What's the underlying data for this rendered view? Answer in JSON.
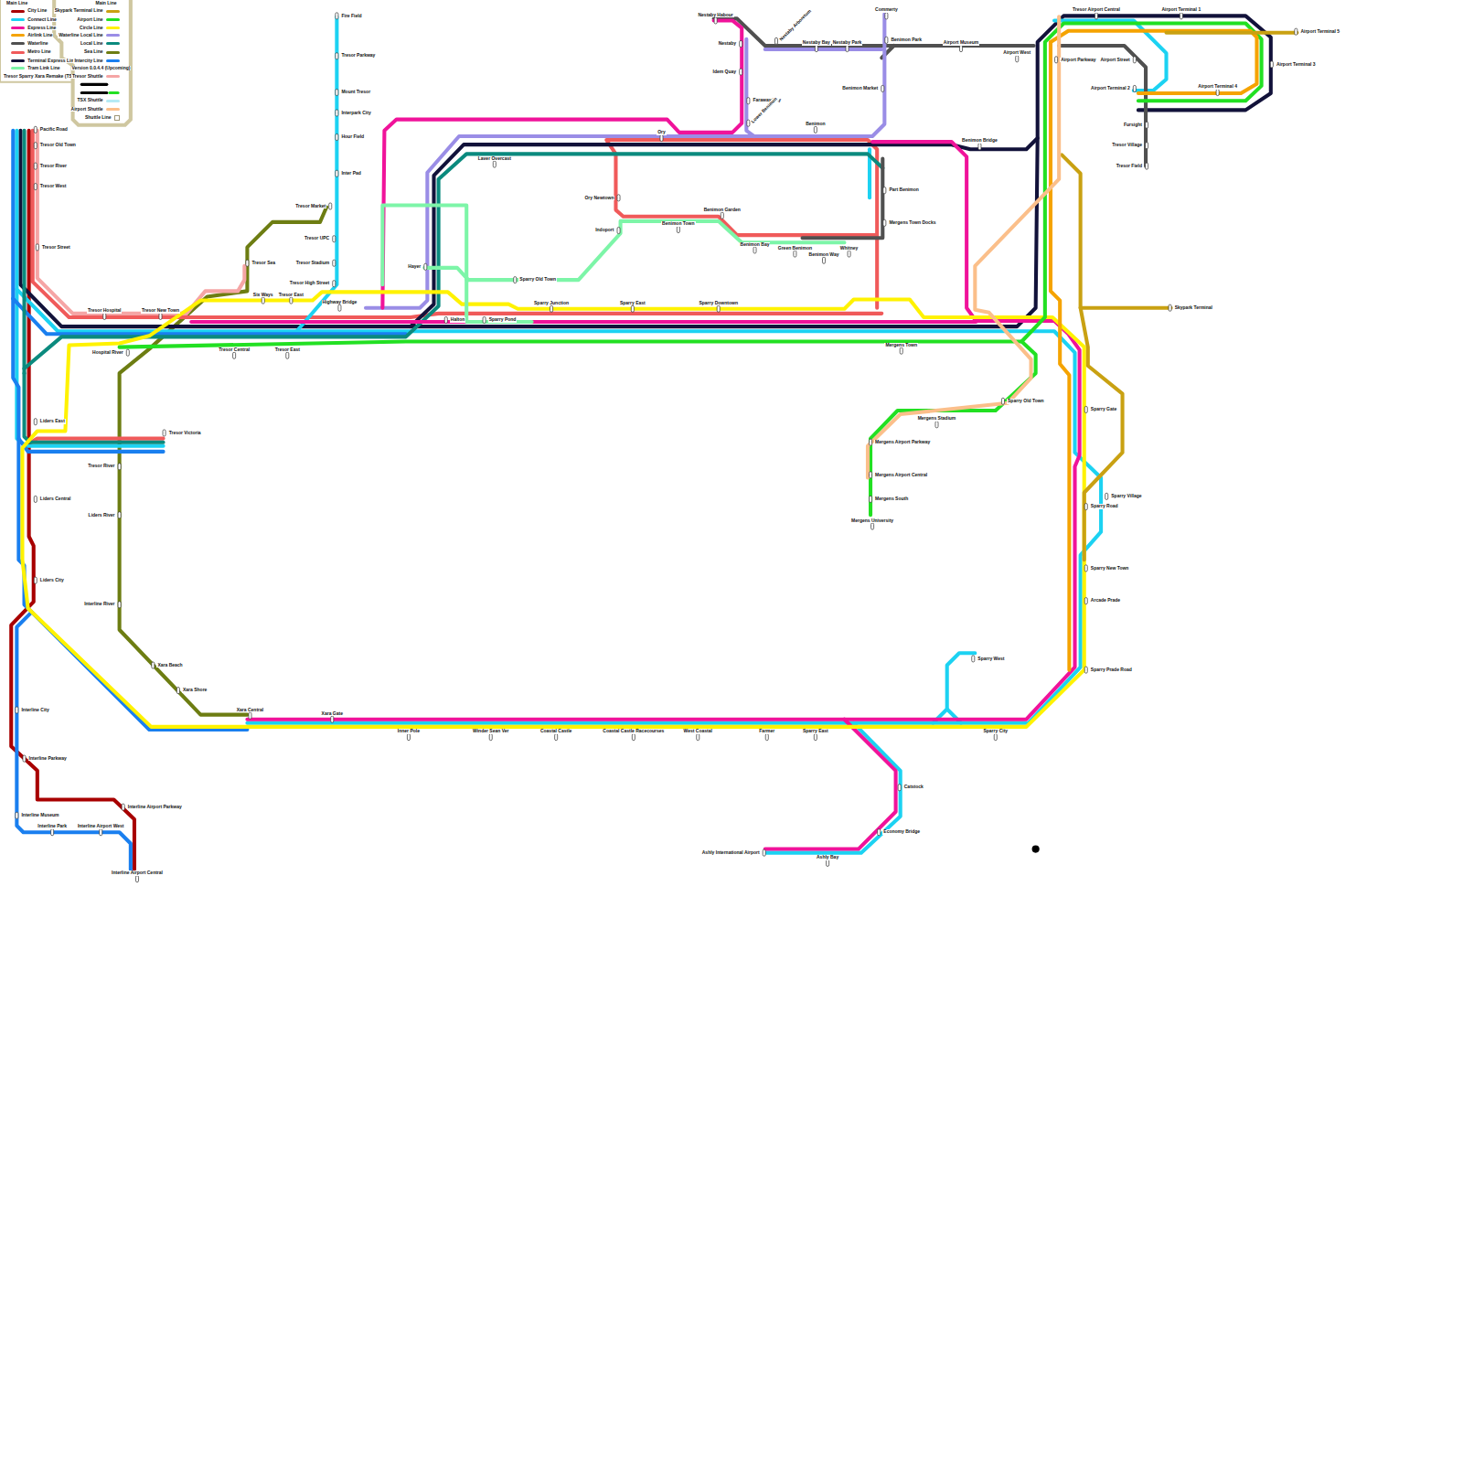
{
  "diagram": {
    "labels": [
      "Main Line",
      "Main Line",
      "Version 0.0.4.4 (Upcoming)",
      "Tresor Sparry Xara Remake (TSXR)",
      "Pacific Road",
      "Tresor Old Town",
      "Tresor River",
      "Tresor West",
      "Tresor Street",
      "Tresor Hospital",
      "Tresor New Town",
      "Hospital River",
      "Tresor Central",
      "Six Ways",
      "Tresor East",
      "Tresor East",
      "Highway Bridge",
      "Tresor Sea",
      "Fire Field",
      "Tresor Parkway",
      "Mount Tresor",
      "Interpark City",
      "Hour Field",
      "Inter Pad",
      "Tresor Market",
      "Tresor UPC",
      "Tresor Stadium",
      "Tresor High Street",
      "Hayer",
      "Halton",
      "Sparry Pond",
      "Sparry Old Town",
      "Sparry Junction",
      "Sparry East",
      "Sparry Downtown",
      "Laver Overcast",
      "Ory",
      "Ory Newtown",
      "Indoport",
      "Benimon Garden",
      "Benimon Town",
      "Benimon Bay",
      "Green Benimon",
      "Benimon Way",
      "Whitney",
      "Benimon",
      "Part Benimon",
      "Mergens Town Docks",
      "Mergens Town",
      "Benimon Bridge",
      "Nestaby Habour",
      "Nestaby",
      "Idem Quay",
      "Faraway Bay",
      "Lower Benimon",
      "Nestaby Arboretum",
      "Nestaby Bay",
      "Nestaby Park",
      "Commerty",
      "Benimon Park",
      "Benimon Market",
      "Airport Museum",
      "Airport West",
      "Tresor Airport Central",
      "Airport Terminal 1",
      "Airport Terminal 5",
      "Airport Terminal 3",
      "Airport Parkway",
      "Airport Street",
      "Airport Terminal 2",
      "Airport Terminal 4",
      "Fursight",
      "Tresor Village",
      "Tresor Field",
      "Skypark Terminal",
      "Sparry Old Town",
      "Mergens Stadium",
      "Mergens Airport Parkway",
      "Mergens Airport Central",
      "Mergens South",
      "Mergens University",
      "Sparry Gate",
      "Sparry Road",
      "Sparry Village",
      "Sparry New Town",
      "Arcade Prade",
      "Sparry Prade Road",
      "Sparry West",
      "Sparry City",
      "Sparry East",
      "Farmer",
      "West Coastal",
      "Coastal Castle Racecourses",
      "Coastal Castle",
      "Winder Sean Ver",
      "Inner Pole",
      "Xara Gate",
      "Xara Central",
      "Xara Beach",
      "Xara Shore",
      "Catstock",
      "Economy Bridge",
      "Ashly International Airport",
      "Ashly Bay",
      "Tresor Victoria",
      "Tresor River",
      "Liders River",
      "Interline River",
      "Liders East",
      "Liders Central",
      "Liders City",
      "Interline City",
      "Interline Parkway",
      "Interline Airport Parkway",
      "Interline Museum",
      "Interline Park",
      "Interline Airport West",
      "Interline Airport Central"
    ],
    "legend": [
      {
        "text": "City Line",
        "color": "#a80000"
      },
      {
        "text": "Connect Line",
        "color": "#1cd2f2"
      },
      {
        "text": "Express Line",
        "color": "#f0139a"
      },
      {
        "text": "Airlink Line",
        "color": "#f5a300"
      },
      {
        "text": "Waterline",
        "color": "#505050"
      },
      {
        "text": "Metro Line",
        "color": "#f05a5a"
      },
      {
        "text": "Terminal Express Line",
        "color": "#12123a"
      },
      {
        "text": "Tram Link Line",
        "color": "#7df5a8"
      },
      {
        "text": "Skypark Terminal Line",
        "color": "#c9a112"
      },
      {
        "text": "Airport Line",
        "color": "#22e022"
      },
      {
        "text": "Circle Line",
        "color": "#fff200"
      },
      {
        "text": "Waterline Local Line",
        "color": "#9a8de6"
      },
      {
        "text": "Local Line",
        "color": "#0b8a7e"
      },
      {
        "text": "Sea Line",
        "color": "#6d7d12"
      },
      {
        "text": "Intercity Line",
        "color": "#1a7fef"
      },
      {
        "text": "Tresor Shuttle",
        "color": "#f5a5a5"
      },
      {
        "text": "TSX Shuttle",
        "color": "#b5eaf5"
      },
      {
        "text": "Airport Shuttle",
        "color": "#fbbf8a"
      },
      {
        "text": "Shuttle Line"
      }
    ]
  }
}
